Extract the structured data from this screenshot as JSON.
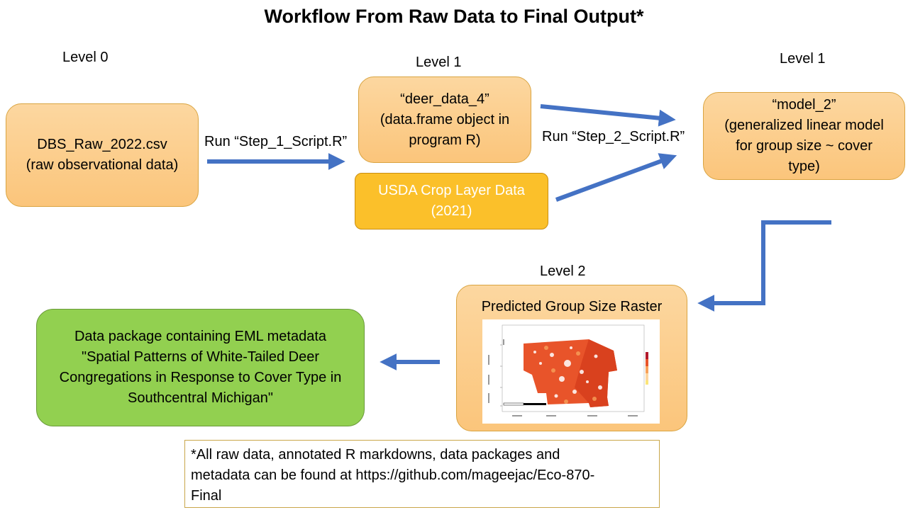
{
  "title": "Workflow From Raw Data to Final Output*",
  "levels": {
    "level0": "Level 0",
    "level1_mid": "Level 1",
    "level1_right": "Level 1",
    "level2": "Level 2"
  },
  "nodes": {
    "raw": {
      "line1": "DBS_Raw_2022.csv",
      "line2": "(raw observational data)"
    },
    "deer": {
      "line1": "“deer_data_4”",
      "line2": "(data.frame object in",
      "line3": "program R)"
    },
    "usda": {
      "line1": "USDA Crop Layer Data",
      "line2": "(2021)"
    },
    "model": {
      "line1": "“model_2”",
      "line2": "(generalized linear model",
      "line3": "for group size ~ cover",
      "line4": "type)"
    },
    "raster": {
      "title": "Predicted Group Size Raster"
    },
    "package": {
      "line1": "Data package containing EML metadata",
      "line2": "\"Spatial Patterns of White-Tailed Deer",
      "line3": "Congregations in Response to Cover Type in",
      "line4": "Southcentral Michigan\""
    }
  },
  "edges": {
    "step1": "Run “Step_1_Script.R”",
    "step2": "Run “Step_2_Script.R”"
  },
  "footnote": {
    "line1": "*All raw data, annotated R markdowns, data packages and",
    "line2": "metadata can be found at https://github.com/mageejac/Eco-870-",
    "line3": "Final"
  },
  "colors": {
    "arrow": "#4472c4",
    "orange_box": "#fbc57b",
    "usda_box": "#fbc02a",
    "green_box": "#92d050"
  }
}
